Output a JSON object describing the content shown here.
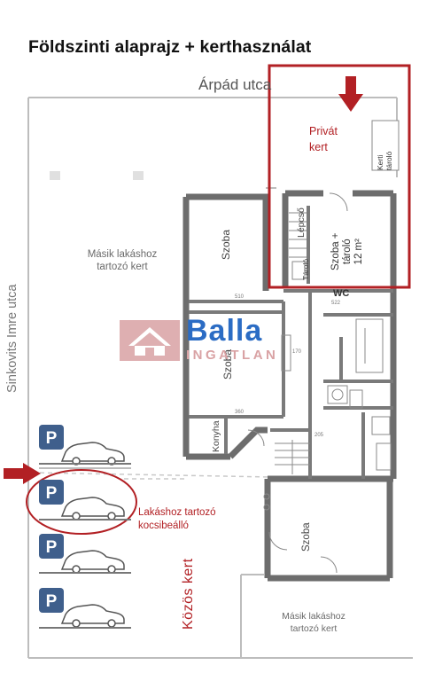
{
  "title": "Földszinti alaprajz + kerthasználat",
  "streets": {
    "top": "Árpád utca",
    "left": "Sinkovits Imre utca"
  },
  "labels": {
    "private_garden": [
      "Privát",
      "kert"
    ],
    "garden_storage": [
      "Kerti",
      "tároló"
    ],
    "other_apartment_garden_left": [
      "Másik lakáshoz",
      "tartozó kert"
    ],
    "other_apartment_garden_bottom": [
      "Másik lakáshoz",
      "tartozó kert"
    ],
    "parking_spot": [
      "Lakáshoz tartozó",
      "kocsibeálló"
    ],
    "common_garden": "Közös kert"
  },
  "rooms": {
    "room_top_left": "Szoba",
    "room_middle_left": "Szoba",
    "room_bottom": "Szoba",
    "stairs": "Lépcső",
    "storage": "Tároló",
    "room_storage": [
      "Szoba +",
      "tároló",
      "12 m²"
    ],
    "wc": "WC",
    "kitchen": "Konyha"
  },
  "parking": {
    "sign": "P",
    "count": 4
  },
  "logo": {
    "name": "Balla",
    "sub": "INGATLAN"
  },
  "colors": {
    "accent_red": "#b22024",
    "logo_blue": "#2b6cc4",
    "parking_blue": "#3f5f8c",
    "wall": "#6d6d6d"
  }
}
